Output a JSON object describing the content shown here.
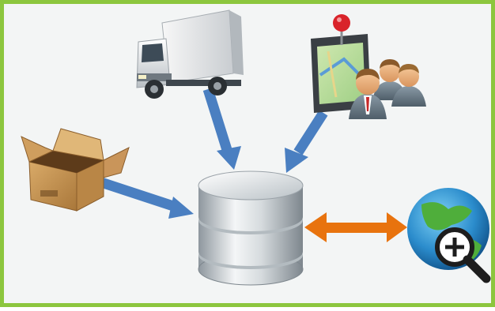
{
  "diagram": {
    "frame_color": "#8cc63e",
    "background_color": "#f3f5f5",
    "nodes": [
      {
        "id": "truck",
        "icon": "delivery-truck-icon"
      },
      {
        "id": "gps-team",
        "icon": "gps-map-with-people-icon"
      },
      {
        "id": "package",
        "icon": "open-cardboard-box-icon"
      },
      {
        "id": "database",
        "icon": "database-cylinder-icon"
      },
      {
        "id": "globe",
        "icon": "globe-search-icon"
      }
    ],
    "connections": [
      {
        "from": "truck",
        "to": "database",
        "direction": "one-way",
        "color": "#4a7fc1"
      },
      {
        "from": "gps-team",
        "to": "database",
        "direction": "one-way",
        "color": "#4a7fc1"
      },
      {
        "from": "package",
        "to": "database",
        "direction": "one-way",
        "color": "#4a7fc1"
      },
      {
        "from": "database",
        "to": "globe",
        "direction": "two-way",
        "color": "#e8730e"
      }
    ]
  }
}
